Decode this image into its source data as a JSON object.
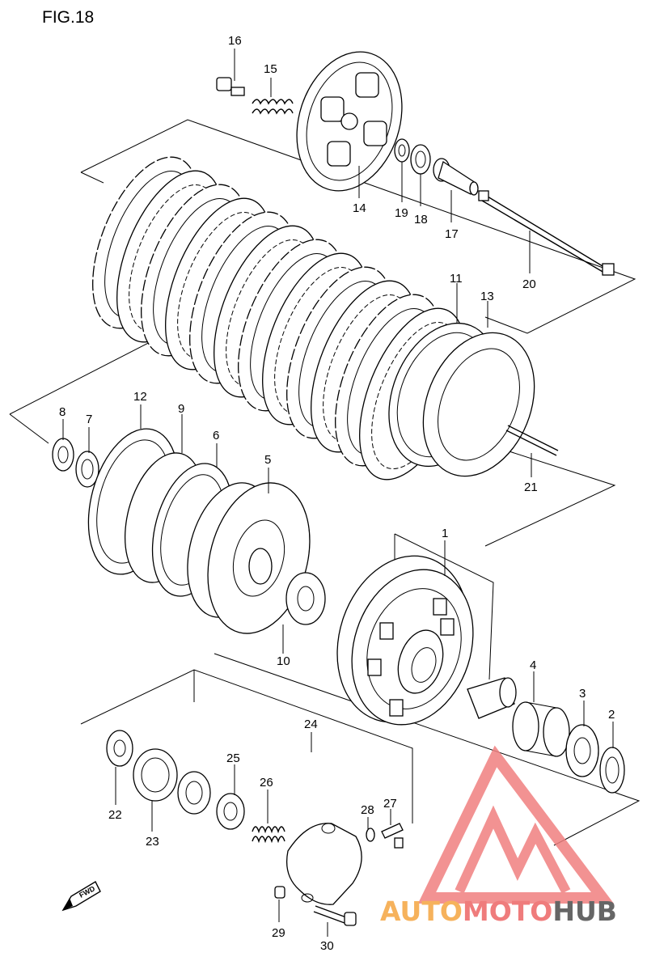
{
  "figure": {
    "title": "FIG.18"
  },
  "callouts": [
    "1",
    "2",
    "3",
    "4",
    "5",
    "6",
    "7",
    "8",
    "9",
    "10",
    "11",
    "12",
    "13",
    "14",
    "15",
    "16",
    "17",
    "18",
    "19",
    "20",
    "21",
    "22",
    "23",
    "24",
    "25",
    "26",
    "27",
    "28",
    "29",
    "30"
  ],
  "direction_tag": {
    "label": "FWD"
  },
  "watermark": {
    "part1": "AUTO",
    "part2": "MOTO",
    "part3": "HUB",
    "colors": {
      "auto": "#f6b25c",
      "moto": "#ef7c7c",
      "hub": "#666666",
      "logo": "#f08080"
    }
  }
}
